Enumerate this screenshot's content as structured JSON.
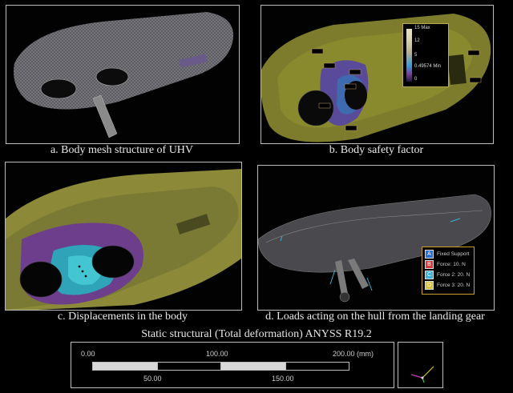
{
  "panels": {
    "a": {
      "caption": "a. Body mesh structure of UHV"
    },
    "b": {
      "caption": "b. Body safety factor",
      "legend": {
        "max": "15 Max",
        "v12": "12",
        "v5": "5",
        "min": "0.49574 Min",
        "v0": "0"
      }
    },
    "c": {
      "caption": "c. Displacements in the body"
    },
    "d": {
      "caption": "d. Loads acting on the hull from the landing gear",
      "legend": [
        {
          "key": "A",
          "label": "Fixed Support",
          "color": "#2a6fd6"
        },
        {
          "key": "B",
          "label": "Force: 10. N",
          "color": "#d63a3a"
        },
        {
          "key": "C",
          "label": "Force 2: 20. N",
          "color": "#3ab0d6"
        },
        {
          "key": "D",
          "label": "Force 3: 20. N",
          "color": "#d6c23a"
        }
      ]
    }
  },
  "scale": {
    "title": "Static structural (Total deformation) ANYSS R19.2",
    "top_labels": [
      "0.00",
      "100.00",
      "200.00 (mm)"
    ],
    "bottom_labels": [
      "50.00",
      "150.00"
    ]
  },
  "triad_icon": "axis-triad-icon"
}
